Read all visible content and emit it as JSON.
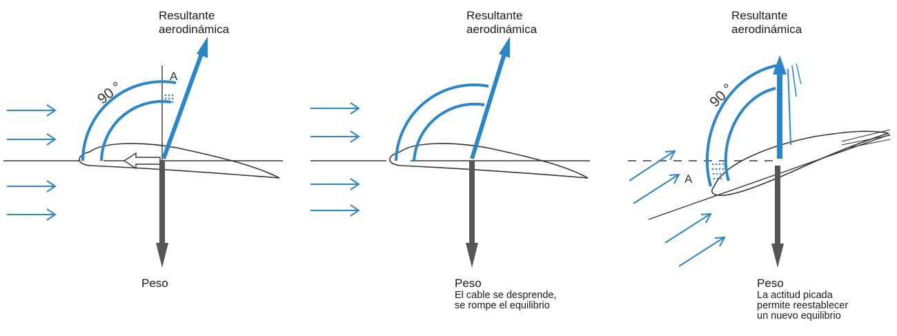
{
  "panels": [
    {
      "result_line1": "Resultante",
      "result_line2": "aerodinámica",
      "angle": "90 °",
      "point": "A",
      "weight": "Peso",
      "note": []
    },
    {
      "result_line1": "Resultante",
      "result_line2": "aerodinámica",
      "weight": "Peso",
      "note": [
        "El cable se desprende,",
        "se rompe el equilibrio"
      ]
    },
    {
      "result_line1": "Resultante",
      "result_line2": "aerodinámica",
      "angle": "90 °",
      "point": "A",
      "weight": "Peso",
      "note": [
        "La actitud picada",
        "permite reestablecer",
        "un nuevo equilibrio"
      ]
    }
  ],
  "colors": {
    "airflow": "#2a86c8",
    "resultant": "#2a86c8",
    "weight": "#555555",
    "outline": "#333333"
  },
  "icons": [
    "airflow-arrow-icon",
    "resultant-arrow-icon",
    "weight-arrow-icon",
    "tension-arrow-icon"
  ]
}
